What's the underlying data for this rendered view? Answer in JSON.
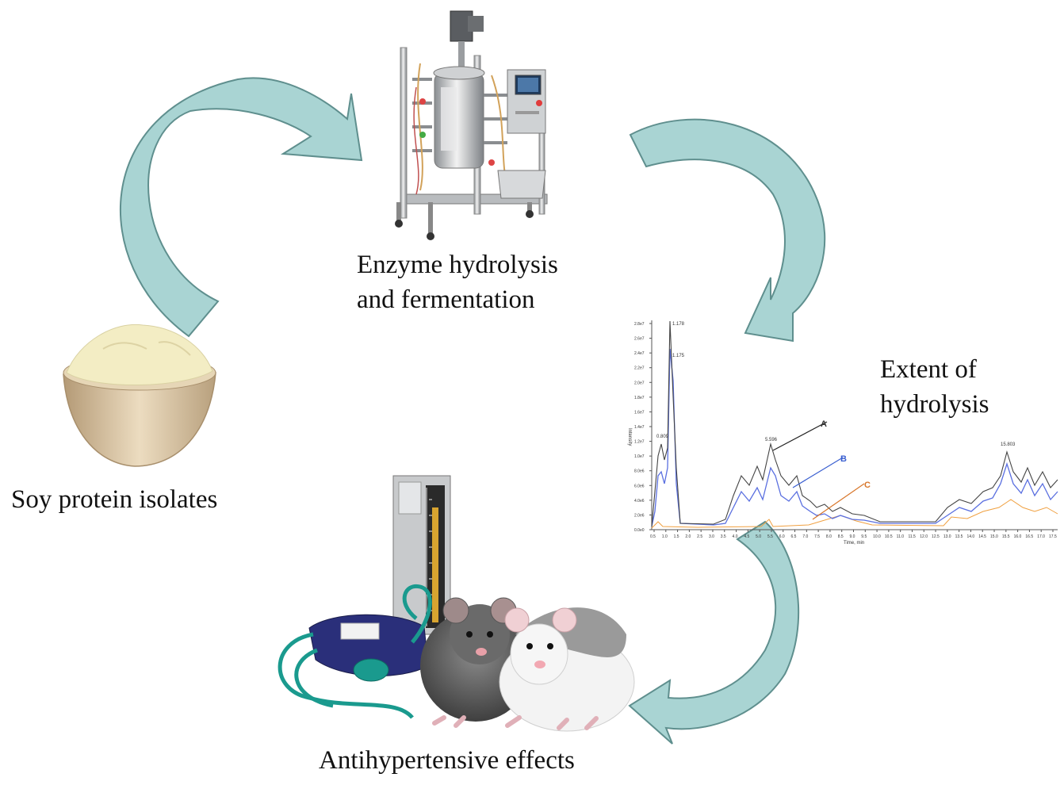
{
  "labels": {
    "soy": "Soy protein isolates",
    "enzyme_line1": "Enzyme hydrolysis",
    "enzyme_line2": "and fermentation",
    "extent_line1": "Extent of",
    "extent_line2": "hydrolysis",
    "antihypertensive": "Antihypertensive effects"
  },
  "chromatogram": {
    "peak_labels": [
      "A",
      "B",
      "C"
    ],
    "peak_label_colors": [
      "#222222",
      "#3a5fd0",
      "#d8762a"
    ],
    "x_axis_label": "Time, min",
    "y_axis_label": "Intensity",
    "x_ticks": [
      "0.5",
      "1.0",
      "1.5",
      "2.0",
      "2.5",
      "3.0",
      "3.5",
      "4.0",
      "4.5",
      "5.0",
      "5.5",
      "6.0",
      "6.5",
      "7.0",
      "7.5",
      "8.0",
      "8.5",
      "9.0",
      "9.5",
      "10.0",
      "10.5",
      "11.0",
      "11.5",
      "12.0",
      "12.5",
      "13.0",
      "13.5",
      "14.0",
      "14.5",
      "15.0",
      "15.5",
      "16.0",
      "16.5",
      "17.0",
      "17.5"
    ],
    "y_ticks": [
      "0.0e0",
      "2.0e6",
      "4.0e6",
      "6.0e6",
      "8.0e6",
      "1.0e7",
      "1.2e7",
      "1.4e7",
      "1.6e7",
      "1.8e7",
      "2.0e7",
      "2.2e7",
      "2.4e7",
      "2.6e7",
      "2.8e7"
    ],
    "apex_labels": [
      "1.178",
      "1.175",
      "0.809",
      "5.596",
      "15.803"
    ]
  },
  "colors": {
    "arrow_fill": "#a9d4d3",
    "arrow_stroke": "#5f8f8e",
    "trace_a": "#444444",
    "trace_b": "#5a6fe0",
    "trace_c": "#f0a040",
    "bowl_wood": "#d9c4a2",
    "powder": "#f3edc4",
    "bp_cuff": "#2a2f7a",
    "tube": "#1a9a8e"
  },
  "icons": {
    "bioreactor": "bioreactor-illustration",
    "powder": "soy-powder-bowl-illustration",
    "bp_monitor": "sphygmomanometer-illustration",
    "rats": "rats-illustration"
  }
}
